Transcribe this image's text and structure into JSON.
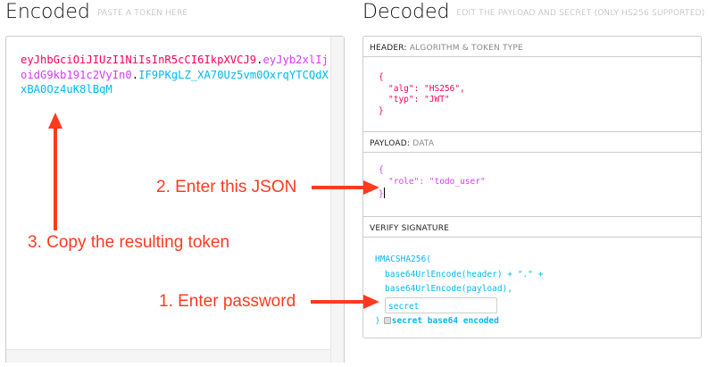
{
  "encoded": {
    "title": "Encoded",
    "subtitle": "PASTE A TOKEN HERE",
    "token": {
      "header": "eyJhbGciOiJIUzI1NiIsInR5cCI6IkpXVCJ9",
      "dot1": ".",
      "payload": "eyJyb2xlIjoidG9kb191c2VyIn0",
      "dot2": ".",
      "signature": "IF9PKgLZ_XA70Uz5vm0OxrqYTCQdXxBA0Oz4uK8lBqM"
    }
  },
  "decoded": {
    "title": "Decoded",
    "subtitle": "EDIT THE PAYLOAD AND SECRET (ONLY HS256 SUPPORTED)",
    "header": {
      "label": "HEADER:",
      "sublabel": "ALGORITHM & TOKEN TYPE",
      "lines": [
        "{",
        "\"alg\": \"HS256\",",
        "\"typ\": \"JWT\"",
        "}"
      ]
    },
    "payload": {
      "label": "PAYLOAD:",
      "sublabel": "DATA",
      "lines": [
        "{",
        "\"role\": \"todo_user\"",
        "}"
      ]
    },
    "signature": {
      "label": "VERIFY SIGNATURE",
      "fn": "HMACSHA256(",
      "line1": "base64UrlEncode(header) + \".\" +",
      "line2": "base64UrlEncode(payload),",
      "secret_value": "secret",
      "close": ")",
      "checkbox_label": "secret base64 encoded",
      "checkbox_checked": false
    }
  },
  "annotations": {
    "step1": "1. Enter password",
    "step2": "2. Enter this JSON",
    "step3": "3. Copy the resulting token",
    "color": "#ff3b1f"
  },
  "colors": {
    "header": "#fb015b",
    "payload": "#d63aff",
    "signature": "#00b9f1"
  }
}
